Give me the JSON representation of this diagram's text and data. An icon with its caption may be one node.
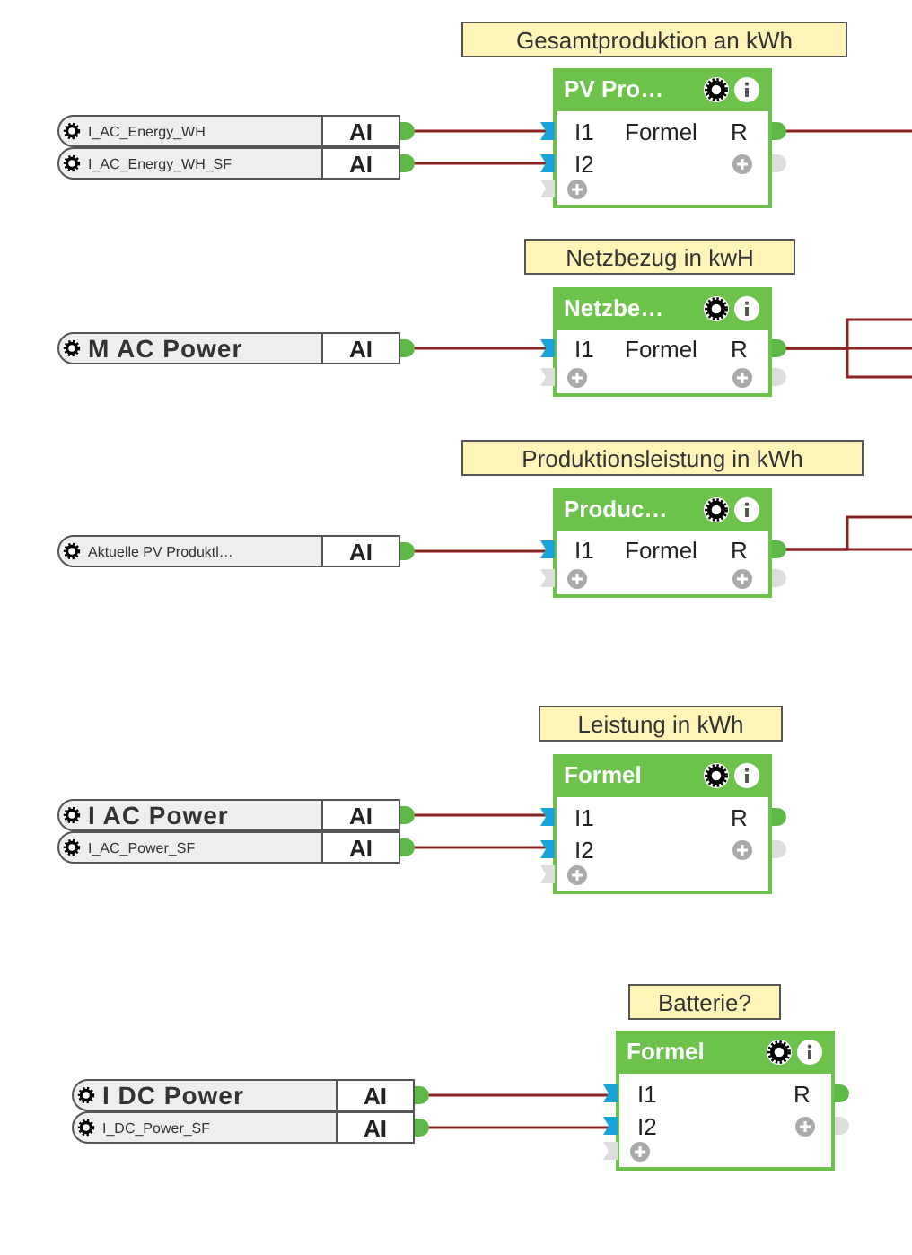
{
  "diagram": {
    "nodes": [
      {
        "text": [
          "Gesamtproduktion an kWh"
        ]
      },
      {
        "text": [
          "I_AC_Energy_WH",
          "AI"
        ]
      },
      {
        "text": [
          "I_AC_Energy_WH_SF",
          "AI"
        ]
      },
      {
        "text": [
          "PV Pro…",
          "I1",
          "Formel",
          "R",
          "I2"
        ]
      },
      {
        "text": [
          "Netzbezug in kwH"
        ]
      },
      {
        "text": [
          "M AC Power",
          "AI"
        ]
      },
      {
        "text": [
          "Netzbe…",
          "I1",
          "Formel",
          "R"
        ]
      },
      {
        "text": [
          "Produktionsleistung in kWh"
        ]
      },
      {
        "text": [
          "Aktuelle PV Produktl…",
          "AI"
        ]
      },
      {
        "text": [
          "Produc…",
          "I1",
          "Formel",
          "R"
        ]
      },
      {
        "text": [
          "Leistung in kWh"
        ]
      },
      {
        "text": [
          "I AC Power",
          "AI"
        ]
      },
      {
        "text": [
          "I_AC_Power_SF",
          "AI"
        ]
      },
      {
        "text": [
          "Formel",
          "I1",
          "R",
          "I2"
        ]
      },
      {
        "text": [
          "Batterie?"
        ]
      },
      {
        "text": [
          "I DC Power",
          "AI"
        ]
      },
      {
        "text": [
          "I_DC_Power_SF",
          "AI"
        ]
      },
      {
        "text": [
          "Formel",
          "I1",
          "R",
          "I2"
        ]
      }
    ],
    "edges": [
      {
        "from": 1,
        "to": 3,
        "arrow": "none"
      },
      {
        "from": 2,
        "to": 3,
        "arrow": "none"
      },
      {
        "from": 3,
        "to": null,
        "arrow": "none"
      },
      {
        "from": 5,
        "to": 6,
        "arrow": "none"
      },
      {
        "from": 6,
        "to": null,
        "arrow": "none"
      },
      {
        "from": 6,
        "to": null,
        "arrow": "none"
      },
      {
        "from": 6,
        "to": null,
        "arrow": "none"
      },
      {
        "from": 8,
        "to": 9,
        "arrow": "none"
      },
      {
        "from": 9,
        "to": null,
        "arrow": "none"
      },
      {
        "from": 9,
        "to": null,
        "arrow": "none"
      },
      {
        "from": 11,
        "to": 13,
        "arrow": "none"
      },
      {
        "from": 12,
        "to": 13,
        "arrow": "none"
      },
      {
        "from": 15,
        "to": 17,
        "arrow": "none"
      },
      {
        "from": 16,
        "to": 17,
        "arrow": "none"
      }
    ]
  }
}
